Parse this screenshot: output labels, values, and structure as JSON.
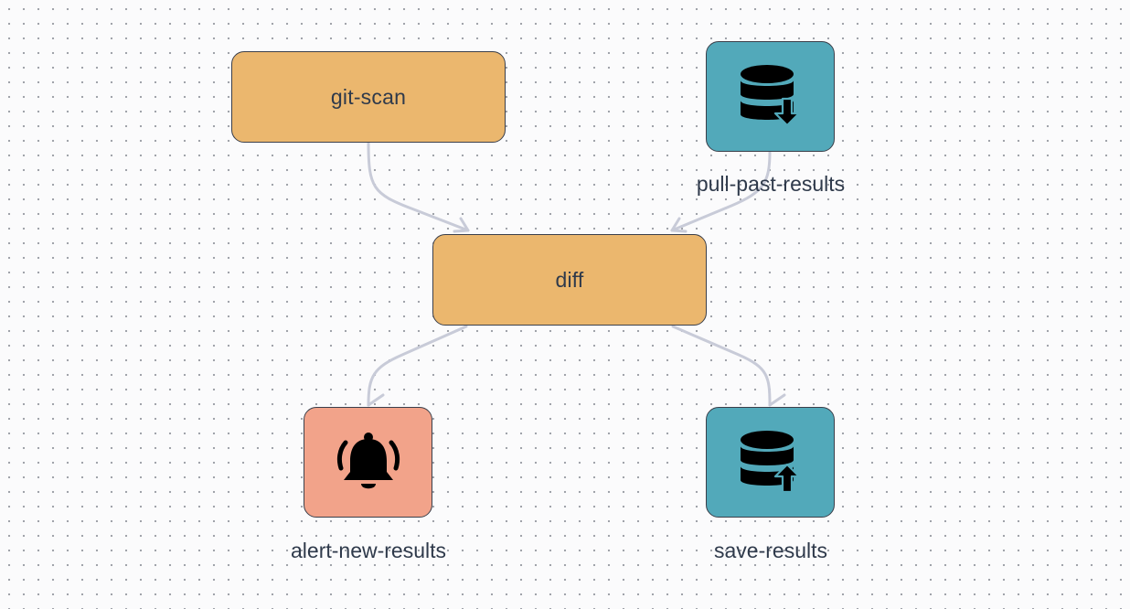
{
  "diagram": {
    "colors": {
      "task_fill": "#ebb76e",
      "storage_fill": "#52a9ba",
      "alert_fill": "#f2a38a",
      "border": "#3b3f4a",
      "edge": "#c8cbd8",
      "label": "#2f3a4b"
    },
    "nodes": {
      "git_scan": {
        "label": "git-scan",
        "kind": "task"
      },
      "diff": {
        "label": "diff",
        "kind": "task"
      },
      "pull_past_results": {
        "label": "pull-past-results",
        "kind": "storage",
        "icon": "database-download-icon"
      },
      "alert_new_results": {
        "label": "alert-new-results",
        "kind": "alert",
        "icon": "bell-ringing-icon"
      },
      "save_results": {
        "label": "save-results",
        "kind": "storage",
        "icon": "database-upload-icon"
      }
    },
    "edges": [
      {
        "from": "git_scan",
        "to": "diff"
      },
      {
        "from": "pull_past_results",
        "to": "diff"
      },
      {
        "from": "diff",
        "to": "alert_new_results"
      },
      {
        "from": "diff",
        "to": "save_results"
      }
    ]
  }
}
